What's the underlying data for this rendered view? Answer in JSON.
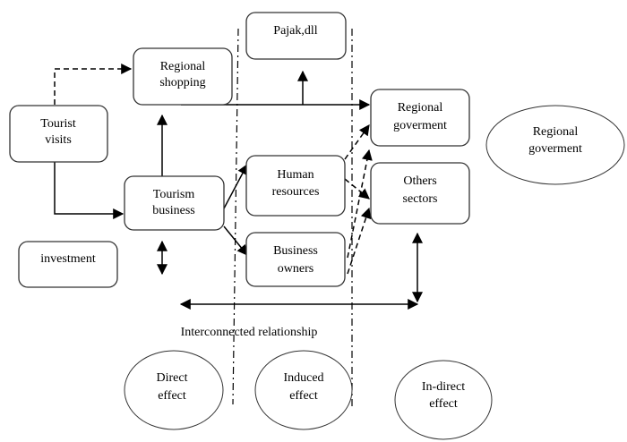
{
  "diagram": {
    "nodes": {
      "tourist_visits": {
        "line1": "Tourist",
        "line2": "visits"
      },
      "regional_shopping": {
        "line1": "Regional",
        "line2": "shopping"
      },
      "tourism_business": {
        "line1": "Tourism",
        "line2": "business"
      },
      "investment": {
        "line1": "investment"
      },
      "pajak": {
        "line1": "Pajak,dll"
      },
      "human_resources": {
        "line1": "Human",
        "line2": "resources"
      },
      "business_owners": {
        "line1": "Business",
        "line2": "owners"
      },
      "regional_government_box": {
        "line1": "Regional",
        "line2": "goverment"
      },
      "others_sectors": {
        "line1": "Others",
        "line2": "sectors"
      },
      "regional_government_ellipse": {
        "line1": "Regional",
        "line2": "goverment"
      }
    },
    "effects": {
      "direct": {
        "line1": "Direct",
        "line2": "effect"
      },
      "induced": {
        "line1": "Induced",
        "line2": "effect"
      },
      "indirect": {
        "line1": "In-direct",
        "line2": "effect"
      }
    },
    "labels": {
      "interconnected": "Interconnected relationship"
    },
    "edges": [
      {
        "from": "tourist_visits",
        "to": "regional_shopping",
        "style": "dashed"
      },
      {
        "from": "tourist_visits",
        "to": "tourism_business",
        "style": "solid"
      },
      {
        "from": "tourism_business",
        "to": "regional_shopping",
        "style": "solid"
      },
      {
        "from": "tourism_business",
        "to": "human_resources",
        "style": "solid"
      },
      {
        "from": "tourism_business",
        "to": "business_owners",
        "style": "solid"
      },
      {
        "from": "regional_shopping",
        "to": "regional_government_box",
        "style": "solid"
      },
      {
        "from": "regional_shopping",
        "to": "pajak",
        "style": "solid"
      },
      {
        "from": "human_resources",
        "to": "regional_government_box",
        "style": "dashed"
      },
      {
        "from": "human_resources",
        "to": "others_sectors",
        "style": "dashed"
      },
      {
        "from": "business_owners",
        "to": "regional_government_box",
        "style": "dashed"
      },
      {
        "from": "business_owners",
        "to": "others_sectors",
        "style": "dashed"
      },
      {
        "from": "others_sectors",
        "to": "interconnected_line",
        "style": "solid-bidirectional"
      },
      {
        "from": "investment",
        "to": "tourism_business",
        "style": "solid-bidirectional"
      }
    ]
  }
}
